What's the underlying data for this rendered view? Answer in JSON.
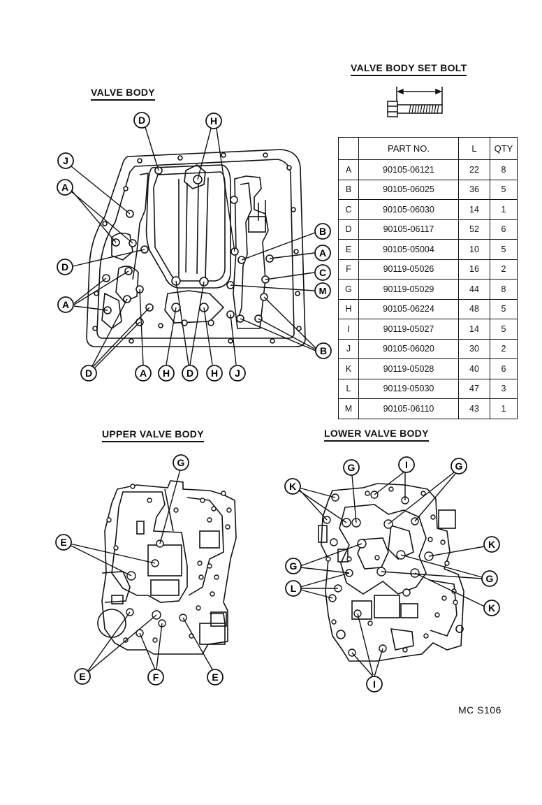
{
  "headings": {
    "valve_body": "VALVE BODY",
    "set_bolt": "VALVE BODY SET BOLT",
    "upper": "UPPER VALVE BODY",
    "lower": "LOWER VALVE BODY"
  },
  "table": {
    "headers": [
      "",
      "PART NO.",
      "L",
      "QTY"
    ],
    "rows": [
      [
        "A",
        "90105-06121",
        "22",
        "8"
      ],
      [
        "B",
        "90105-06025",
        "36",
        "5"
      ],
      [
        "C",
        "90105-06030",
        "14",
        "1"
      ],
      [
        "D",
        "90105-06117",
        "52",
        "6"
      ],
      [
        "E",
        "90105-05004",
        "10",
        "5"
      ],
      [
        "F",
        "90119-05026",
        "16",
        "2"
      ],
      [
        "G",
        "90119-05029",
        "44",
        "8"
      ],
      [
        "H",
        "90105-06224",
        "48",
        "5"
      ],
      [
        "I",
        "90119-05027",
        "14",
        "5"
      ],
      [
        "J",
        "90105-06020",
        "30",
        "2"
      ],
      [
        "K",
        "90119-05028",
        "40",
        "6"
      ],
      [
        "L",
        "90119-05030",
        "47",
        "3"
      ],
      [
        "M",
        "90105-06110",
        "43",
        "1"
      ]
    ]
  },
  "footer": "MC S106",
  "callouts": {
    "valve_body": [
      "D",
      "H",
      "J",
      "A",
      "D",
      "A",
      "D",
      "A",
      "H",
      "D",
      "H",
      "J",
      "B",
      "A",
      "C",
      "M",
      "B"
    ],
    "upper": [
      "G",
      "E",
      "E",
      "F",
      "E"
    ],
    "lower": [
      "G",
      "I",
      "G",
      "K",
      "K",
      "G",
      "G",
      "L",
      "K",
      "I"
    ]
  }
}
